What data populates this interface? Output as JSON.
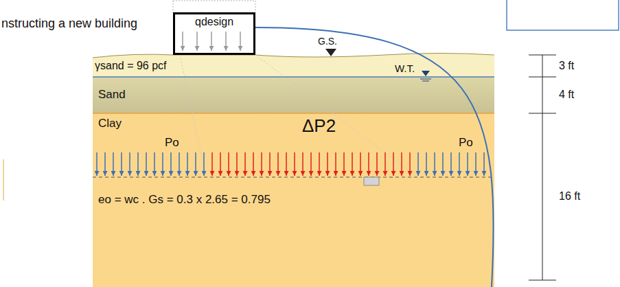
{
  "diagram": {
    "nodes": [
      {
        "text": [
          "qdesign"
        ]
      },
      {
        "text": [
          "γsand = 96 pcf"
        ]
      },
      {
        "text": [
          "Sand"
        ]
      },
      {
        "text": [
          "Clay",
          "Po",
          "ΔP2",
          "Po",
          "eo = wc . Gs = 0.3 x 2.65 = 0.795"
        ]
      }
    ],
    "labels": [
      "nstructing a new building",
      "G.S.",
      "W.T.",
      "3 ft",
      "4 ft",
      "16 ft"
    ]
  }
}
